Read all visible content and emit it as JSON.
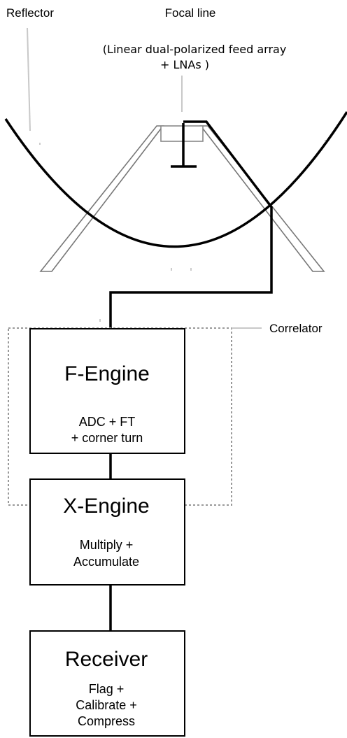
{
  "labels": {
    "reflector": "Reflector",
    "focal_line": "Focal line",
    "feed_line1": "(Linear dual-polarized feed array",
    "feed_line2": "+ LNAs )",
    "correlator": "Correlator"
  },
  "f_engine": {
    "title": "F-Engine",
    "line1": "ADC + FT",
    "line2": "+ corner turn"
  },
  "x_engine": {
    "title": "X-Engine",
    "line1": "Multiply +",
    "line2": "Accumulate"
  },
  "receiver": {
    "title": "Receiver",
    "line1": "Flag +",
    "line2": "Calibrate +",
    "line3": "Compress"
  }
}
